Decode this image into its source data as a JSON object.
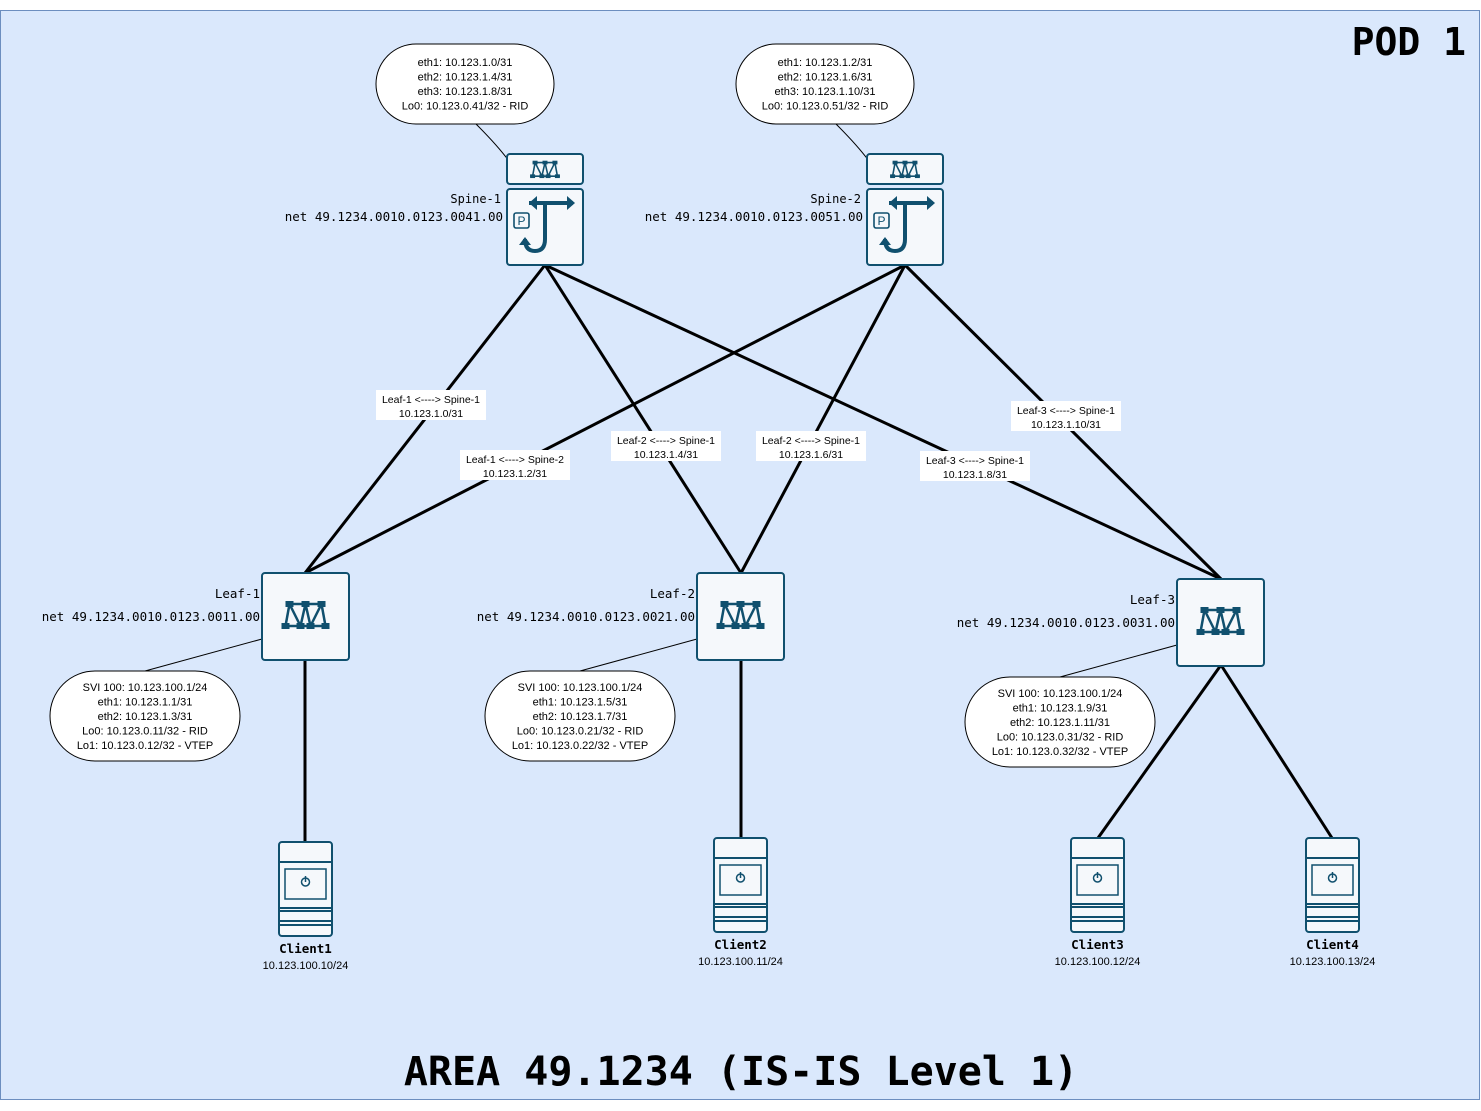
{
  "pod_label": "POD 1",
  "area_label": "AREA 49.1234 (IS-IS Level 1)",
  "spines": [
    {
      "name": "Spine-1",
      "net": "net 49.1234.0010.0123.0041.00",
      "info": [
        "eth1: 10.123.1.0/31",
        "eth2: 10.123.1.4/31",
        "eth3: 10.123.1.8/31",
        "Lo0: 10.123.0.41/32 - RID"
      ]
    },
    {
      "name": "Spine-2",
      "net": "net 49.1234.0010.0123.0051.00",
      "info": [
        "eth1: 10.123.1.2/31",
        "eth2: 10.123.1.6/31",
        "eth3: 10.123.1.10/31",
        "Lo0: 10.123.0.51/32 - RID"
      ]
    }
  ],
  "leaves": [
    {
      "name": "Leaf-1",
      "net": "net 49.1234.0010.0123.0011.00",
      "info": [
        "SVI 100: 10.123.100.1/24",
        "eth1: 10.123.1.1/31",
        "eth2: 10.123.1.3/31",
        "Lo0: 10.123.0.11/32 - RID",
        "Lo1: 10.123.0.12/32 - VTEP"
      ]
    },
    {
      "name": "Leaf-2",
      "net": "net 49.1234.0010.0123.0021.00",
      "info": [
        "SVI 100: 10.123.100.1/24",
        "eth1: 10.123.1.5/31",
        "eth2: 10.123.1.7/31",
        "Lo0: 10.123.0.21/32 - RID",
        "Lo1: 10.123.0.22/32 - VTEP"
      ]
    },
    {
      "name": "Leaf-3",
      "net": "net 49.1234.0010.0123.0031.00",
      "info": [
        "SVI 100: 10.123.100.1/24",
        "eth1: 10.123.1.9/31",
        "eth2: 10.123.1.11/31",
        "Lo0: 10.123.0.31/32 - RID",
        "Lo1: 10.123.0.32/32 - VTEP"
      ]
    }
  ],
  "clients": [
    {
      "name": "Client1",
      "ip": "10.123.100.10/24"
    },
    {
      "name": "Client2",
      "ip": "10.123.100.11/24"
    },
    {
      "name": "Client3",
      "ip": "10.123.100.12/24"
    },
    {
      "name": "Client4",
      "ip": "10.123.100.13/24"
    }
  ],
  "link_labels": [
    {
      "line1": "Leaf-1 <----> Spine-1",
      "line2": "10.123.1.0/31"
    },
    {
      "line1": "Leaf-1 <----> Spine-2",
      "line2": "10.123.1.2/31"
    },
    {
      "line1": "Leaf-2 <----> Spine-1",
      "line2": "10.123.1.4/31"
    },
    {
      "line1": "Leaf-2 <----> Spine-1",
      "line2": "10.123.1.6/31"
    },
    {
      "line1": "Leaf-3 <----> Spine-1",
      "line2": "10.123.1.8/31"
    },
    {
      "line1": "Leaf-3 <----> Spine-1",
      "line2": "10.123.1.10/31"
    }
  ],
  "colors": {
    "background": "#dae8fc",
    "border": "#6c8ebf",
    "icon": "#10506e",
    "icon_fill": "#f5f8fb",
    "link": "#000000"
  }
}
